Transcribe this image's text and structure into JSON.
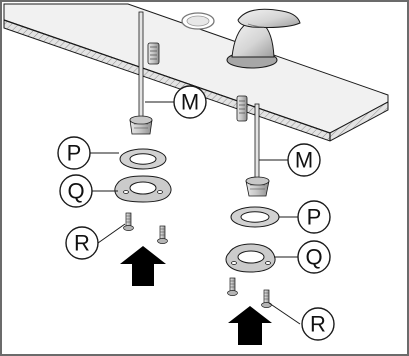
{
  "colors": {
    "frame": "#6b6b6b",
    "line": "#1a1a1a",
    "counter_fill": "#f1f1f1",
    "counter_edge": "#b9b9b9",
    "metal_light": "#d7d7d7",
    "metal_mid": "#bdbdbd",
    "metal_dark": "#8f8f8f",
    "arrow": "#000000"
  },
  "callouts": {
    "m_left": "M",
    "m_right": "M",
    "p_left": "P",
    "p_right": "P",
    "q_left": "Q",
    "q_right": "Q",
    "r_left": "R",
    "r_right": "R"
  },
  "icons": {
    "faucet": "faucet-handle-icon",
    "arrow": "up-arrow-icon",
    "washer": "washer-icon",
    "bracket": "mounting-bracket-icon",
    "screw": "screw-icon"
  }
}
